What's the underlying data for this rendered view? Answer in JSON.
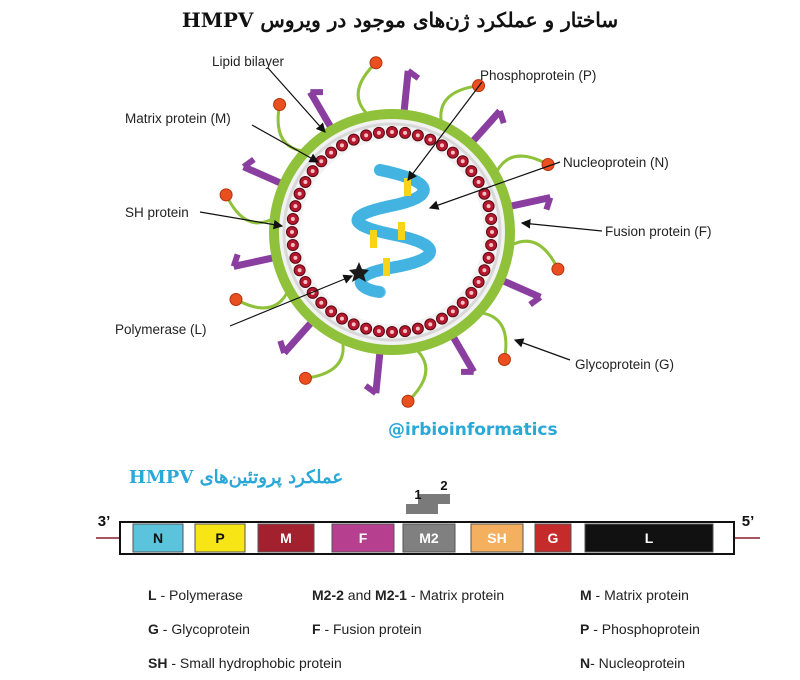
{
  "title": "ساختار و عملکرد ژن‌های موجود در ویروس HMPV",
  "labels": {
    "lipid_bilayer": "Lipid bilayer",
    "phosphoprotein": "Phosphoprotein (P)",
    "matrix": "Matrix protein (M)",
    "nucleoprotein": "Nucleoprotein (N)",
    "sh": "SH protein",
    "fusion": "Fusion protein (F)",
    "polymerase": "Polymerase (L)",
    "glycoprotein": "Glycoprotein (G)"
  },
  "handle": "@irbioinformatics",
  "subtitle": "عملکرد پروتئین‌های HMPV",
  "genome": {
    "end_left": "3’",
    "end_right": "5’",
    "overlap_1": "1",
    "overlap_2": "2",
    "genes": [
      {
        "label": "N",
        "color": "#5bc3db",
        "text_color": "#111111"
      },
      {
        "label": "P",
        "color": "#f7e516",
        "text_color": "#111111"
      },
      {
        "label": "M",
        "color": "#a3202e",
        "text_color": "#ffffff"
      },
      {
        "label": "F",
        "color": "#b6408f",
        "text_color": "#ffffff"
      },
      {
        "label": "M2",
        "color": "#808080",
        "text_color": "#ffffff"
      },
      {
        "label": "SH",
        "color": "#f4b05f",
        "text_color": "#ffffff"
      },
      {
        "label": "G",
        "color": "#c52b2b",
        "text_color": "#ffffff"
      },
      {
        "label": "L",
        "color": "#111111",
        "text_color": "#ffffff"
      }
    ]
  },
  "legend": {
    "l_key": "L",
    "l_desc": " - Polymerase",
    "m2_key1": "M2-2",
    "m2_and": " and ",
    "m2_key2": "M2-1",
    "m2_desc": " - Matrix protein",
    "m_key": "M",
    "m_desc": " - Matrix protein",
    "g_key": "G",
    "g_desc": " - Glycoprotein",
    "f_key": "F",
    "f_desc": " - Fusion protein",
    "p_key": "P",
    "p_desc": " - Phosphoprotein",
    "sh_key": "SH",
    "sh_desc": " - Small hydrophobic protein",
    "n_key": "N",
    "n_desc": "- Nucleoprotein"
  }
}
